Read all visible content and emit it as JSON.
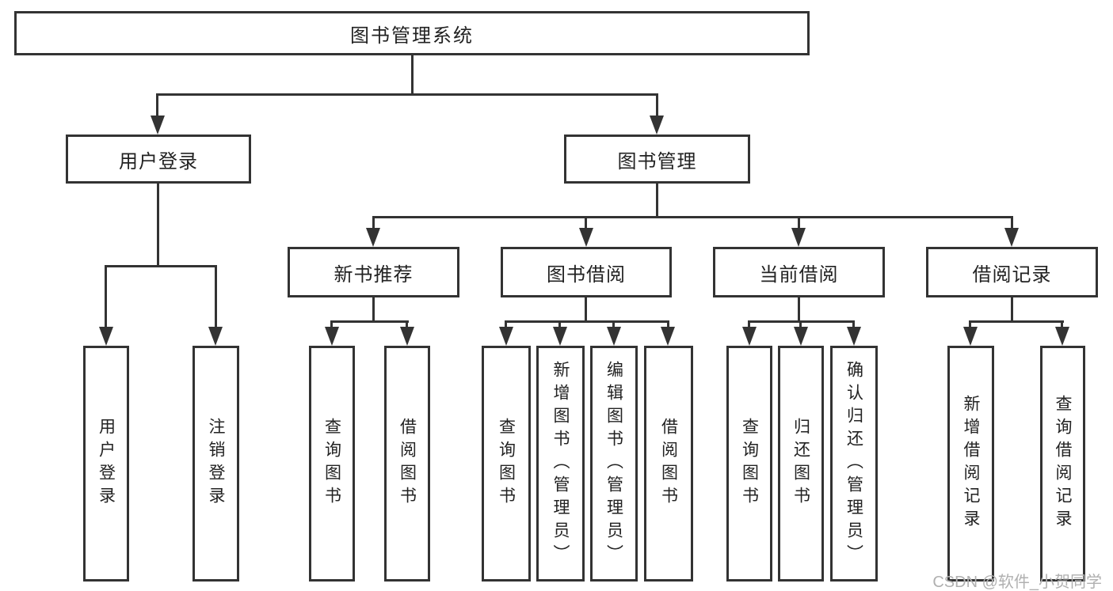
{
  "watermark": "CSDN @软件_小贺同学",
  "colors": {
    "line": "#333333",
    "text": "#222222",
    "background": "#ffffff",
    "watermark": "#b0b0b0"
  },
  "nodes": {
    "root": "图书管理系统",
    "branch_user_login": "用户登录",
    "branch_book_mgmt": "图书管理",
    "group_new_book": "新书推荐",
    "group_book_borrow": "图书借阅",
    "group_current_borrow": "当前借阅",
    "group_borrow_record": "借阅记录",
    "leaf_user_login": "用户登录",
    "leaf_logout": "注销登录",
    "leaf_nb_query_book": "查询图书",
    "leaf_nb_borrow_book": "借阅图书",
    "leaf_bb_query_book": "查询图书",
    "leaf_bb_add_book": "新增图书（管理员）",
    "leaf_bb_edit_book": "编辑图书（管理员）",
    "leaf_bb_borrow_book": "借阅图书",
    "leaf_cb_query_book": "查询图书",
    "leaf_cb_return_book": "归还图书",
    "leaf_cb_confirm_return": "确认归还（管理员）",
    "leaf_br_add_record": "新增借阅记录",
    "leaf_br_query_record": "查询借阅记录"
  },
  "edges": [
    [
      "图书管理系统",
      "用户登录"
    ],
    [
      "图书管理系统",
      "图书管理"
    ],
    [
      "用户登录",
      "用户登录"
    ],
    [
      "用户登录",
      "注销登录"
    ],
    [
      "图书管理",
      "新书推荐"
    ],
    [
      "图书管理",
      "图书借阅"
    ],
    [
      "图书管理",
      "当前借阅"
    ],
    [
      "图书管理",
      "借阅记录"
    ],
    [
      "新书推荐",
      "查询图书"
    ],
    [
      "新书推荐",
      "借阅图书"
    ],
    [
      "图书借阅",
      "查询图书"
    ],
    [
      "图书借阅",
      "新增图书（管理员）"
    ],
    [
      "图书借阅",
      "编辑图书（管理员）"
    ],
    [
      "图书借阅",
      "借阅图书"
    ],
    [
      "当前借阅",
      "查询图书"
    ],
    [
      "当前借阅",
      "归还图书"
    ],
    [
      "当前借阅",
      "确认归还（管理员）"
    ],
    [
      "借阅记录",
      "新增借阅记录"
    ],
    [
      "借阅记录",
      "查询借阅记录"
    ]
  ]
}
